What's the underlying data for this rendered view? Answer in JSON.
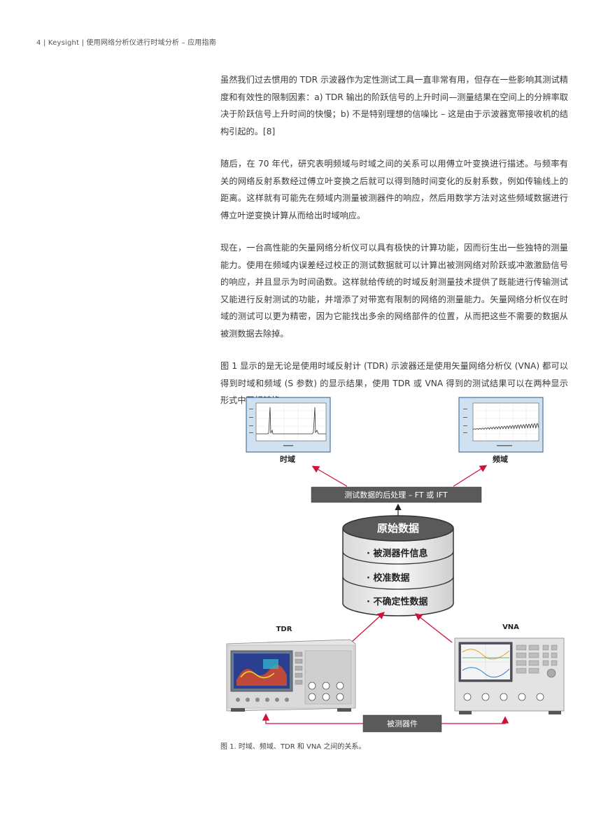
{
  "header": {
    "text": "4 | Keysight | 使用网络分析仪进行时域分析 – 应用指南"
  },
  "paragraphs": [
    "虽然我们过去惯用的 TDR 示波器作为定性测试工具一直非常有用，但存在一些影响其测试精度和有效性的限制因素：a) TDR 输出的阶跃信号的上升时间—测量结果在空间上的分辨率取决于阶跃信号上升时间的快慢；b) 不是特别理想的信噪比 – 这是由于示波器宽带接收机的结构引起的。[8]",
    "随后，在 70 年代，研究表明频域与时域之间的关系可以用傅立叶变换进行描述。与频率有关的网络反射系数经过傅立叶变换之后就可以得到随时间变化的反射系数，例如传输线上的距离。这样就有可能先在频域内测量被测器件的响应，然后用数学方法对这些频域数据进行傅立叶逆变换计算从而给出时域响应。",
    "现在，一台高性能的矢量网络分析仪可以具有极快的计算功能，因而衍生出一些独特的测量能力。使用在频域内误差经过校正的测试数据就可以计算出被测网络对阶跃或冲激激励信号的响应，并且显示为时间函数。这样就给传统的时域反射测量技术提供了既能进行传输测试又能进行反射测试的功能，并增添了对带宽有限制的网络的测量能力。矢量网络分析仪在时域的测试可以更为精密，因为它能找出多余的网络部件的位置，从而把这些不需要的数据从被测数据去除掉。",
    "图 1 显示的是无论是使用时域反射计 (TDR) 示波器还是使用矢量网络分析仪 (VNA) 都可以得到时域和频域 (S 参数) 的显示结果，使用 TDR 或 VNA 得到的测试结果可以在两种显示形式中互相转换。"
  ],
  "figure": {
    "time_domain_label": "时域",
    "freq_domain_label": "频域",
    "post_process_label": "测试数据的后处理 – FT 或 IFT",
    "raw_data_title": "原始数据",
    "raw_data_items": [
      "· 被测器件信息",
      "· 校准数据",
      "· 不确定性数据"
    ],
    "tdr_label": "TDR",
    "vna_label": "VNA",
    "dut_label": "被测器件",
    "arrow_color": "#d0103a",
    "box_color": "#5a5a5a"
  },
  "caption": "图 1. 时域、频域、TDR 和 VNA 之间的关系。"
}
